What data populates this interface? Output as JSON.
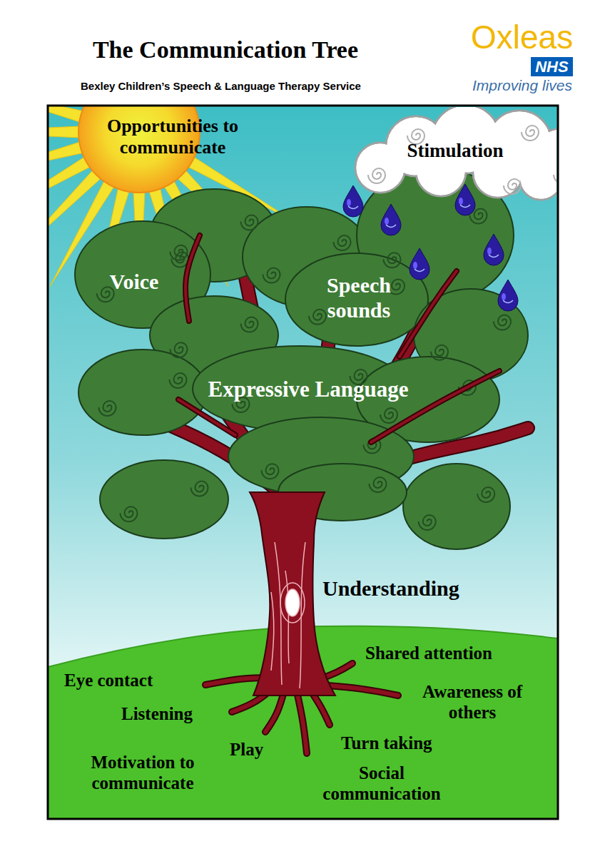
{
  "diagram": {
    "title": "The Communication Tree",
    "nodes": [
      {
        "text": [
          "NHS"
        ]
      },
      {
        "text": [
          "Stimulation"
        ]
      }
    ],
    "labels": [
      "Bexley Children’s Speech & Language Therapy Service",
      "Oxleas",
      "Improving lives",
      "Opportunities to communicate",
      "Voice",
      "Speech sounds",
      "Expressive Language",
      "Understanding",
      "Shared attention",
      "Eye contact",
      "Awareness of others",
      "Listening",
      "Play",
      "Turn taking",
      "Motivation to communicate",
      "Social communication"
    ]
  }
}
